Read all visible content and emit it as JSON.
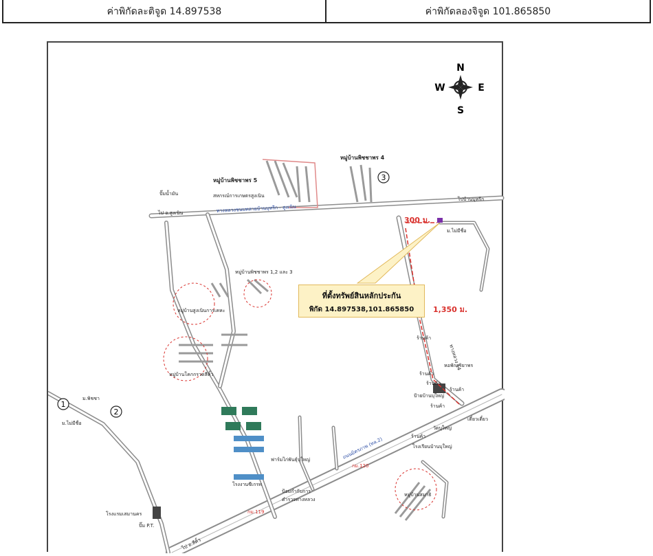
{
  "header": {
    "latitude_label": "ค่าพิกัดละติจูด 14.897538",
    "longitude_label": "ค่าพิกัดลองจิจูด 101.865850"
  },
  "compass": {
    "n": "N",
    "e": "E",
    "s": "S",
    "w": "W"
  },
  "callout": {
    "title": "ที่ตั้งทรัพย์สินหลักประกัน",
    "coords": "พิกัด 14.897538,101.865850"
  },
  "distances": {
    "d300": "300 ม.",
    "d1350": "1,350 ม."
  },
  "markers": {
    "m1": "1",
    "m2": "2",
    "m3": "3"
  },
  "road_labels": {
    "main_road": "ถนนมิตรภาพ (ทล.2)",
    "road_top": "ทางหลวงชนบทสายบ้านบุหรีก - สูงเนิน",
    "rural_14": "ทางหลวง 14",
    "km120": "กม.120",
    "km119": "กม.119",
    "to_sikhio": "ไป อ.สีคิ้ว",
    "to_village": "ไปบ้านบุหรีก",
    "to_sungnoen": "ไป อ.สูงเนิน"
  },
  "places": {
    "phichaya5": "หมู่บ้านพิชชาพร 5",
    "phichaya4": "หมู่บ้านพิชชาพร 4",
    "phichaya123": "หมู่บ้านพิชชาพร 1,2 และ 3",
    "coop": "สหกรณ์การเกษตรสูงเนิน",
    "gas_top": "ปั๊มน้ำมัน",
    "no_name_top": "ม.ไม่มีชื่อ",
    "village_a": "หมู่บ้านสูงเนินการเคหะ",
    "village_b": "หมู่บ้านโคกกรวดสีคิ้ว",
    "shop1": "ร้านค้า",
    "shop2": "ร้านค้า",
    "shop3": "ร้านค้า",
    "shop4": "ร้านค้า",
    "shop5": "ร้านค้า",
    "shop6": "ร้านค้า",
    "hostel": "หอพักสุริยาพร",
    "bus_stop": "ป้ายบ้านบุใหญ่",
    "noodle": "เตี๋ยวเตี๋ยว",
    "temple": "วัดบุใหญ่",
    "school": "โรงเรียนบ้านบุใหญ่",
    "chicken_farm": "ฟาร์มไก่พันธุ์บุใหญ่",
    "factory": "โรงงานซีเกรท",
    "police": "ตำรวจทางหลวง",
    "police_box": "ป้อมกำกับการ",
    "hotel": "โรงแรมเสมานคร",
    "gas_pt": "ปั๊ม P.T.",
    "village_c": "หมู่บ้านสมาธิ",
    "phichaya_left": "ม.พิชชา",
    "no_name_left": "ม.ไม่มีชื่อ",
    "no_name_right": "ม.ไม่มีชื่อ"
  },
  "colors": {
    "road": "#8c8c8c",
    "road_fill": "#ffffff",
    "marker_red": "#d9302c",
    "callout_bg": "#fdf2c6",
    "text_blue": "#2e4fa6"
  }
}
